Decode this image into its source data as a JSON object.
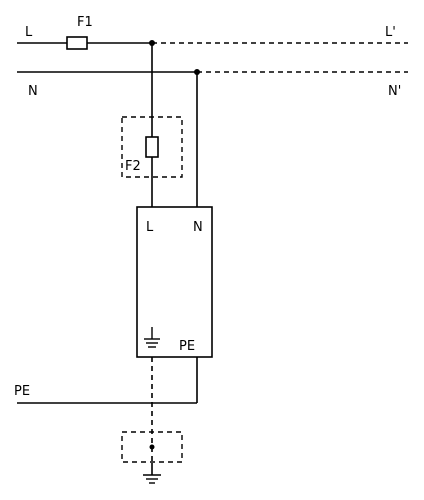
{
  "labels": {
    "line_in": "L",
    "line_out": "L'",
    "neutral_in": "N",
    "neutral_out": "N'",
    "fuse_main": "F1",
    "fuse_backup": "F2",
    "device_line_terminal": "L",
    "device_neutral_terminal": "N",
    "device_pe_terminal": "PE",
    "pe_conductor": "PE"
  },
  "colors": {
    "line": "#000000",
    "background": "#ffffff"
  }
}
